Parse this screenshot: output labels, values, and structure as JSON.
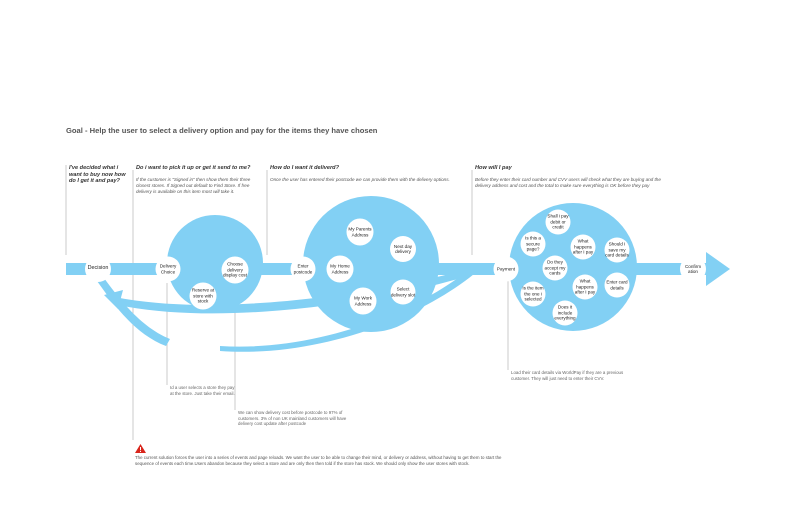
{
  "goal_title": "Goal - Help the user to select a delivery option and pay for the items they have chosen",
  "stages": [
    {
      "heading": "I've decided what i want to buy now how do I get it and pay?"
    },
    {
      "heading": "Do i want to pick it up or get it send to me?",
      "description": "If the customer is \"Signed in\" then show them their three closest stores. If Signed out default to Find Store. If free delivery is available on this item most will take it."
    },
    {
      "heading": "How do I want it deliverd?",
      "description": "Once the user has entered their postcode we can provide them with the delivery options."
    },
    {
      "heading": "How will I pay",
      "description": "Before they enter their card number and CVV users will check what they are buying and the delivery address and cost and the total to make sure everything is OK before they pay"
    }
  ],
  "flow_nodes": {
    "decision": "Decision",
    "delivery_choice": "Delivery Choice",
    "choose_delivery_cost": "Choose delivery display cost",
    "reserve_at_store": "Reserve at store with stock",
    "enter_postcode": "Enter postcode",
    "my_parents_address": "My Parents Address",
    "next_day_delivery": "Next day delivery",
    "my_home_address": "My Home Address",
    "select_delivery_slot": "Select delivery slot",
    "my_work_address": "My Work Address",
    "payment": "Payment",
    "shall_i_pay_debit_or_credit": "Shall i pay debit or credit",
    "is_this_a_secure_page": "Is this a secure page?",
    "what_happens_after_i_pay_1": "What happens after I pay",
    "should_i_save_my_card_details": "Should I save my card details",
    "do_they_accept_my_cards": "Do they accept my cards",
    "is_the_item_the_one_i_selected": "Is the item the one i selected",
    "what_happens_after_i_pay_2": "What happens after I pay",
    "enter_card_details": "Enter card details",
    "does_it_include_everything": "Does it include everything",
    "confirmation": "Confirm ation"
  },
  "notes": {
    "store_pay": "Id a user selects a store they pay at the store. Just take their email.",
    "delivery_cost": "We can show delivery cost before postcode to 97% of customers. 3% of non UK mainland customers will have delivery cost update after postcode",
    "worldpay": "Load their card details via WorldPay if they are a previous customer. They will just need to enter their CVV."
  },
  "warning": {
    "icon": "warning-triangle-icon",
    "text": "The current solution forces the user into a series of events and page reloads. We want the user to be able to change their mind, or delivery or address, without having to get them to start the sequence of events each time.Users abandon because they select a store and are only then then told if the store has stock. We should only show the user stores with stock."
  },
  "colors": {
    "flow_blue": "#82d0f4",
    "node_white": "#ffffff",
    "warning_red": "#d9261c",
    "text_dark": "#333333",
    "guide_line": "#b5b5b5"
  }
}
